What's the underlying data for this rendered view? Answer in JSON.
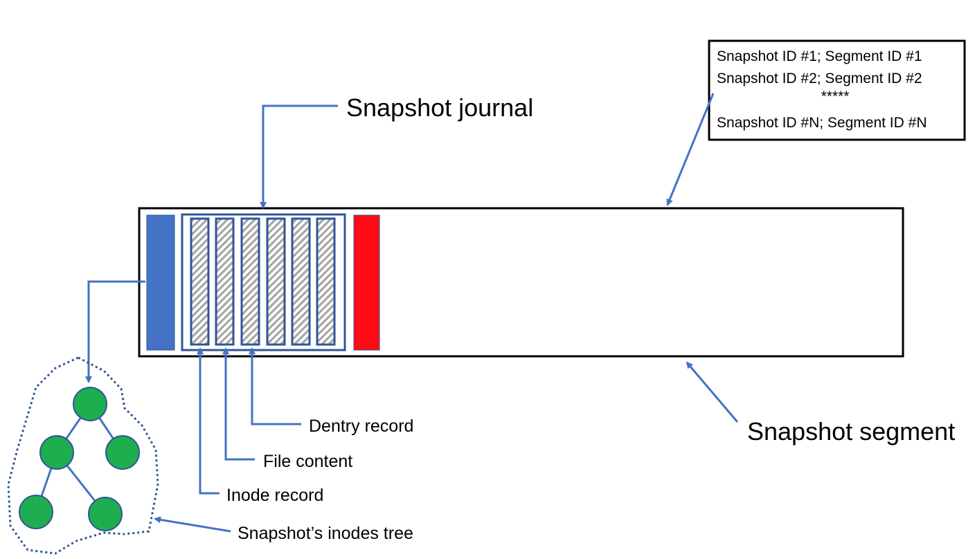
{
  "labels": {
    "journal": "Snapshot journal",
    "segment": "Snapshot segment",
    "dentry": "Dentry record",
    "file_content": "File content",
    "inode": "Inode record",
    "tree": "Snapshot’s inodes tree"
  },
  "table": {
    "lines": [
      "Snapshot ID #1; Segment ID #1",
      "Snapshot ID #2; Segment ID #2",
      "*****",
      "Snapshot ID #N; Segment ID #N"
    ]
  },
  "colors": {
    "arrow": "#4472c4",
    "blue_block": "#4472c4",
    "red_block": "#ff0a17",
    "record_border": "#2f5597",
    "tree_node": "#1fae4f",
    "tree_outline": "#2f5597",
    "hatch": "#a6a6a6"
  }
}
